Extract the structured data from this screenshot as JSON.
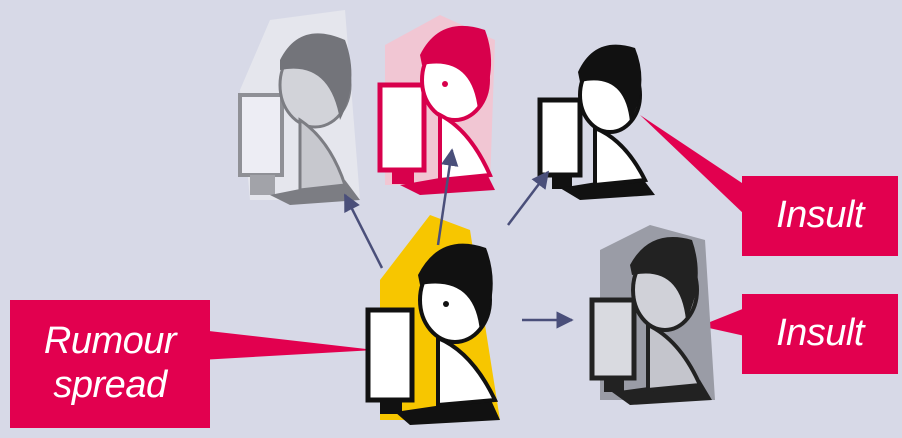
{
  "callouts": {
    "rumour_line1": "Rumour",
    "rumour_line2": "spread",
    "insult_top": "Insult",
    "insult_bottom": "Insult"
  },
  "colors": {
    "background": "#d7d9e7",
    "callout": "#e2004f",
    "arrow": "#4a4f7a",
    "yellow": "#f7c600",
    "pink": "#d8004c",
    "gray": "#9a9ca6"
  }
}
